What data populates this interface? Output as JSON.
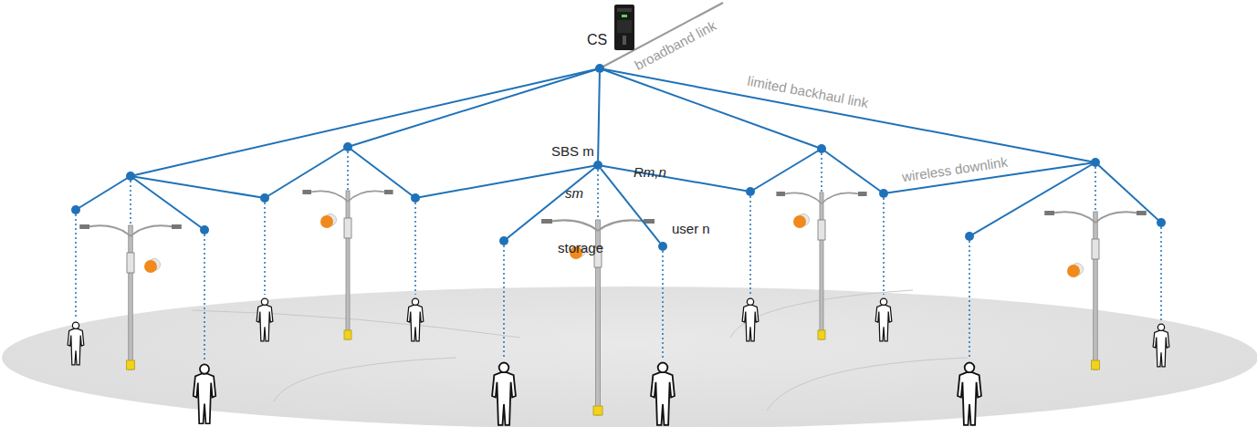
{
  "diagram": {
    "nodes": [
      {
        "text": [
          "CS"
        ]
      },
      {
        "text": [
          "SBS m"
        ]
      },
      {
        "text": [
          "user n"
        ]
      }
    ],
    "edges": [
      {
        "from": 0,
        "to": 1,
        "arrow": "none"
      },
      {
        "from": 1,
        "to": 2,
        "arrow": "none",
        "label": "Rm,n"
      }
    ],
    "labels": [
      "broadband link",
      "limited backhaul link",
      "wireless downlink",
      "sm",
      "storage"
    ]
  }
}
